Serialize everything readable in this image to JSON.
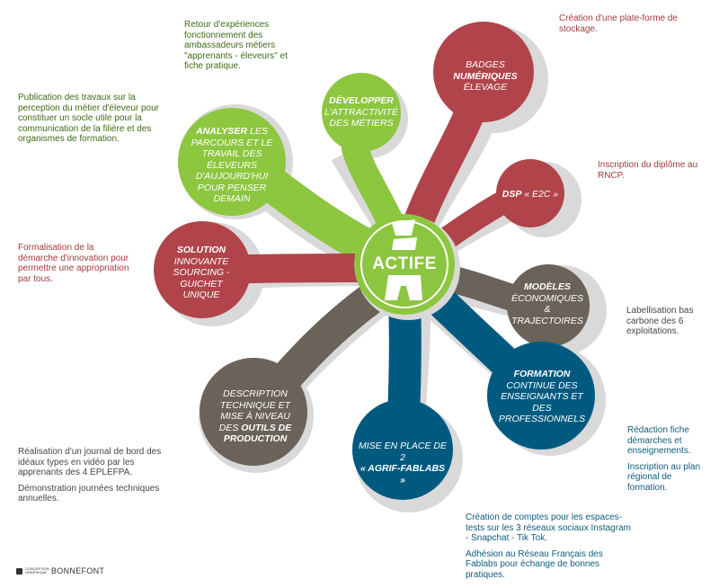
{
  "center": {
    "title": "ACTIFE"
  },
  "colors": {
    "green": "#8dc63f",
    "red": "#b0444a",
    "gray": "#6b6259",
    "blue": "#005a80",
    "shadow": "#d9d9d9"
  },
  "nodes": {
    "developper": {
      "key": "DÉVELOPPER",
      "rest": "L'ATTRACTIVITÉ DES MÉTIERS"
    },
    "analyser": {
      "key": "ANALYSER",
      "rest": "LES PARCOURS ET LE TRAVAIL DES ÉLEVEURS D'AUJOURD'HUI POUR PENSER DEMAIN"
    },
    "badges": {
      "pre": "BADGES",
      "key": "NUMÉRIQUES",
      "post": "ÉLEVAGE"
    },
    "dsp": {
      "key": "DSP",
      "rest": "« E2C »"
    },
    "solution": {
      "key": "SOLUTION",
      "rest": "INNOVANTE SOURCING - GUICHET UNIQUE"
    },
    "modeles": {
      "key": "MODÈLES",
      "rest": "ÉCONOMIQUES & TRAJECTOIRES"
    },
    "description": {
      "pre": "DESCRIPTION TECHNIQUE ET MISE À NIVEAU DES",
      "key": "OUTILS DE PRODUCTION"
    },
    "formation": {
      "key": "FORMATION",
      "rest": "CONTINUE DES ENSEIGNANTS ET DES PROFESSIONNELS"
    },
    "mise": {
      "pre": "MISE EN PLACE DE 2",
      "key": "« AGRIF-FABLABS »"
    }
  },
  "notes": {
    "developper": [
      "Retour d'expériences fonctionnement des ambassadeurs métiers \"apprenants - éleveurs\" et fiche pratique."
    ],
    "analyser": [
      "Publication des travaux sur la perception du métier d'éleveur pour constituer un socle utile pour la communication de la filière et des organismes de formation."
    ],
    "badges": [
      "Création d'une plate-forme de stockage."
    ],
    "dsp": [
      "Inscription du diplôme au RNCP."
    ],
    "solution": [
      "Formalisation de la démarche d'innovation pour permettre une appropriation par tous."
    ],
    "modeles": [
      "Labellisation bas carbone des 6 exploitations."
    ],
    "description": [
      "Réalisation d'un journal de bord des idéaux types en vidéo par les apprenants des 4 EPLEFPA.",
      "Démonstration journées techniques annuelles."
    ],
    "formation": [
      "Rédaction fiche démarches et enseignements.",
      "Inscription au plan régional de formation."
    ],
    "mise": [
      "Création de comptes pour les espaces-tests sur les 3 réseaux sociaux Instagram - Snapchat - Tik Tok.",
      "Adhésion au Réseau Français des Fablabs pour échange de bonnes pratiques."
    ]
  },
  "credit": {
    "small": "CONCEPTION graphique",
    "name": "BONNEFONT"
  }
}
